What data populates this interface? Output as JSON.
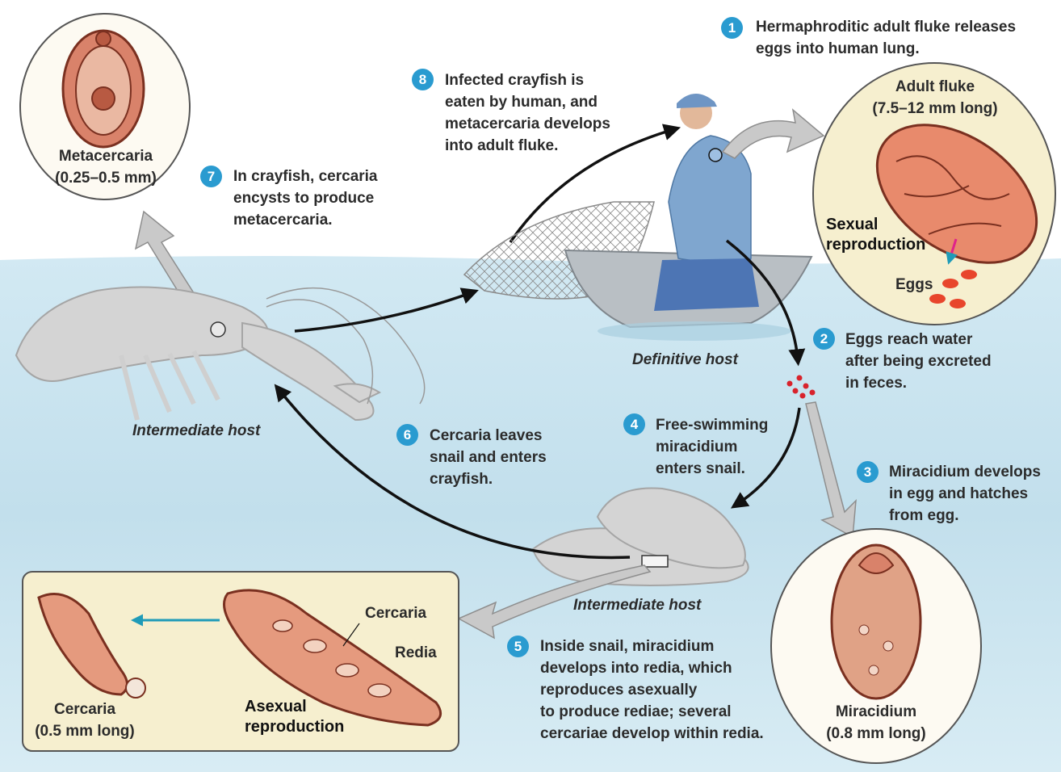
{
  "steps": [
    {
      "num": "1",
      "lines": [
        "Hermaphroditic adult fluke releases",
        "eggs into human lung."
      ]
    },
    {
      "num": "2",
      "lines": [
        "Eggs reach water",
        "after being excreted",
        "in feces."
      ]
    },
    {
      "num": "3",
      "lines": [
        "Miracidium develops",
        "in egg and hatches",
        "from egg."
      ]
    },
    {
      "num": "4",
      "lines": [
        "Free-swimming",
        "miracidium",
        "enters snail."
      ]
    },
    {
      "num": "5",
      "lines": [
        "Inside snail, miracidium",
        "develops into redia, which",
        "reproduces asexually",
        "to produce rediae; several",
        "cercariae develop within redia."
      ]
    },
    {
      "num": "6",
      "lines": [
        "Cercaria leaves",
        "snail and enters",
        "crayfish."
      ]
    },
    {
      "num": "7",
      "lines": [
        "In crayfish, cercaria",
        "encysts to produce",
        "metacercaria."
      ]
    },
    {
      "num": "8",
      "lines": [
        "Infected crayfish is",
        "eaten by human, and",
        "metacercaria develops",
        "into adult fluke."
      ]
    }
  ],
  "labels": {
    "metacercaria": [
      "Metacercaria",
      "(0.25–0.5 mm)"
    ],
    "adult_fluke": [
      "Adult fluke",
      "(7.5–12 mm long)"
    ],
    "sexual": [
      "Sexual",
      "reproduction"
    ],
    "eggs": "Eggs",
    "definitive_host": "Definitive host",
    "intermediate_host_crayfish": "Intermediate host",
    "intermediate_host_snail": "Intermediate host",
    "miracidium": [
      "Miracidium",
      "(0.8 mm long)"
    ],
    "cercaria_box": "Cercaria",
    "redia": "Redia",
    "asexual": [
      "Asexual",
      "reproduction"
    ],
    "cercaria_size": [
      "Cercaria",
      "(0.5 mm long)"
    ]
  },
  "colors": {
    "water": "#c9e3ef",
    "badge": "#2a9bd0",
    "inset": "#f6efcf",
    "organism": "#d9826a",
    "organism_outline": "#7a3020",
    "eggs": "#e8452c"
  }
}
